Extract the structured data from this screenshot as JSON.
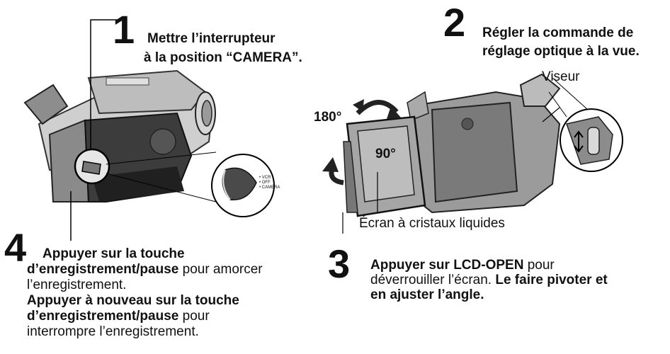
{
  "steps": {
    "s1": {
      "number": "1",
      "line1": "Mettre l’interrupteur",
      "line2": "à la position “CAMERA”."
    },
    "s2": {
      "number": "2",
      "line1": "Régler la commande de",
      "line2": "réglage optique à la vue."
    },
    "s3": {
      "number": "3",
      "lcd_prefix": "Appuyer sur LCD-OPEN",
      "lcd_suffix": " pour",
      "line2": "déverrouiller l’écran.",
      "line2_bold": " Le faire pivoter et",
      "line3": "en ajuster l’angle."
    },
    "s4": {
      "number": "4",
      "line1": "Appuyer sur la touche",
      "line2_bold": "d’enregistrement/pause",
      "line2_rest": " pour amorcer",
      "line3": "l’enregistrement.",
      "line4": "Appuyer à nouveau sur la touche",
      "line5_bold": "d’enregistrement/pause",
      "line5_rest": " pour",
      "line6": "interrompre l’enregistrement."
    }
  },
  "labels": {
    "viseur": "Viseur",
    "angle180": "180°",
    "angle90": "90°",
    "ecran": "Écran à cristaux liquides"
  },
  "switch_labels": [
    "• VCR",
    "• OFF",
    "• CAMERA"
  ]
}
